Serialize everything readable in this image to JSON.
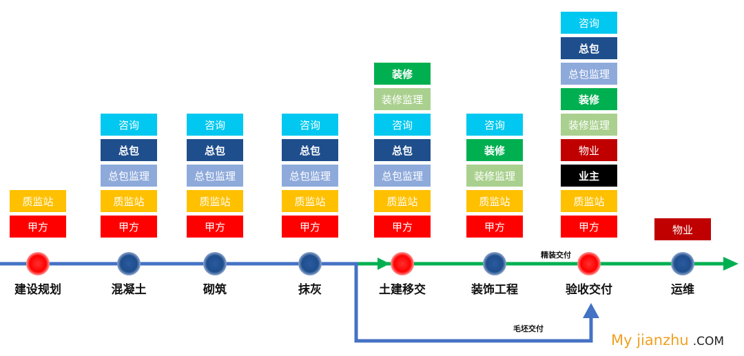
{
  "colors": {
    "consult": "#00c8f0",
    "general_contractor": "#1f4e8c",
    "gc_supervision": "#8eaadb",
    "quality_station": "#ffc000",
    "owner_party": "#ff0000",
    "decoration": "#00b050",
    "decoration_supervision": "#a9d08e",
    "property": "#c00000",
    "proprietor": "#000000",
    "line_blue": "#4472c4",
    "line_green": "#00b050",
    "node_red": "#ff0000",
    "node_blue": "#1f4e8c"
  },
  "stages": [
    {
      "name": "建设规划",
      "node": "red",
      "boxes": [
        {
          "text": "质监站",
          "role": "quality_station"
        },
        {
          "text": "甲方",
          "role": "owner_party"
        }
      ]
    },
    {
      "name": "混凝土",
      "node": "blue",
      "boxes": [
        {
          "text": "咨询",
          "role": "consult"
        },
        {
          "text": "总包",
          "role": "general_contractor"
        },
        {
          "text": "总包监理",
          "role": "gc_supervision"
        },
        {
          "text": "质监站",
          "role": "quality_station"
        },
        {
          "text": "甲方",
          "role": "owner_party"
        }
      ]
    },
    {
      "name": "砌筑",
      "node": "blue",
      "boxes": [
        {
          "text": "咨询",
          "role": "consult"
        },
        {
          "text": "总包",
          "role": "general_contractor"
        },
        {
          "text": "总包监理",
          "role": "gc_supervision"
        },
        {
          "text": "质监站",
          "role": "quality_station"
        },
        {
          "text": "甲方",
          "role": "owner_party"
        }
      ]
    },
    {
      "name": "抹灰",
      "node": "blue",
      "boxes": [
        {
          "text": "咨询",
          "role": "consult"
        },
        {
          "text": "总包",
          "role": "general_contractor"
        },
        {
          "text": "总包监理",
          "role": "gc_supervision"
        },
        {
          "text": "质监站",
          "role": "quality_station"
        },
        {
          "text": "甲方",
          "role": "owner_party"
        }
      ]
    },
    {
      "name": "土建移交",
      "node": "red",
      "boxes": [
        {
          "text": "装修",
          "role": "decoration"
        },
        {
          "text": "装修监理",
          "role": "decoration_supervision"
        },
        {
          "text": "咨询",
          "role": "consult"
        },
        {
          "text": "总包",
          "role": "general_contractor"
        },
        {
          "text": "总包监理",
          "role": "gc_supervision"
        },
        {
          "text": "质监站",
          "role": "quality_station"
        },
        {
          "text": "甲方",
          "role": "owner_party"
        }
      ]
    },
    {
      "name": "装饰工程",
      "node": "blue",
      "boxes": [
        {
          "text": "咨询",
          "role": "consult"
        },
        {
          "text": "装修",
          "role": "decoration"
        },
        {
          "text": "装修监理",
          "role": "decoration_supervision"
        },
        {
          "text": "质监站",
          "role": "quality_station"
        },
        {
          "text": "甲方",
          "role": "owner_party"
        }
      ]
    },
    {
      "name": "验收交付",
      "node": "red",
      "boxes": [
        {
          "text": "咨询",
          "role": "consult"
        },
        {
          "text": "总包",
          "role": "general_contractor"
        },
        {
          "text": "总包监理",
          "role": "gc_supervision"
        },
        {
          "text": "装修",
          "role": "decoration"
        },
        {
          "text": "装修监理",
          "role": "decoration_supervision"
        },
        {
          "text": "物业",
          "role": "property"
        },
        {
          "text": "业主",
          "role": "proprietor"
        },
        {
          "text": "质监站",
          "role": "quality_station"
        },
        {
          "text": "甲方",
          "role": "owner_party"
        }
      ]
    },
    {
      "name": "运维",
      "node": "blue",
      "boxes": [
        {
          "text": "物业",
          "role": "property"
        }
      ]
    }
  ],
  "annotations": {
    "fine_delivery": "精装交付",
    "rough_delivery": "毛坯交付"
  },
  "brand": {
    "main": "My jianzhu",
    "suffix": ".COM"
  }
}
